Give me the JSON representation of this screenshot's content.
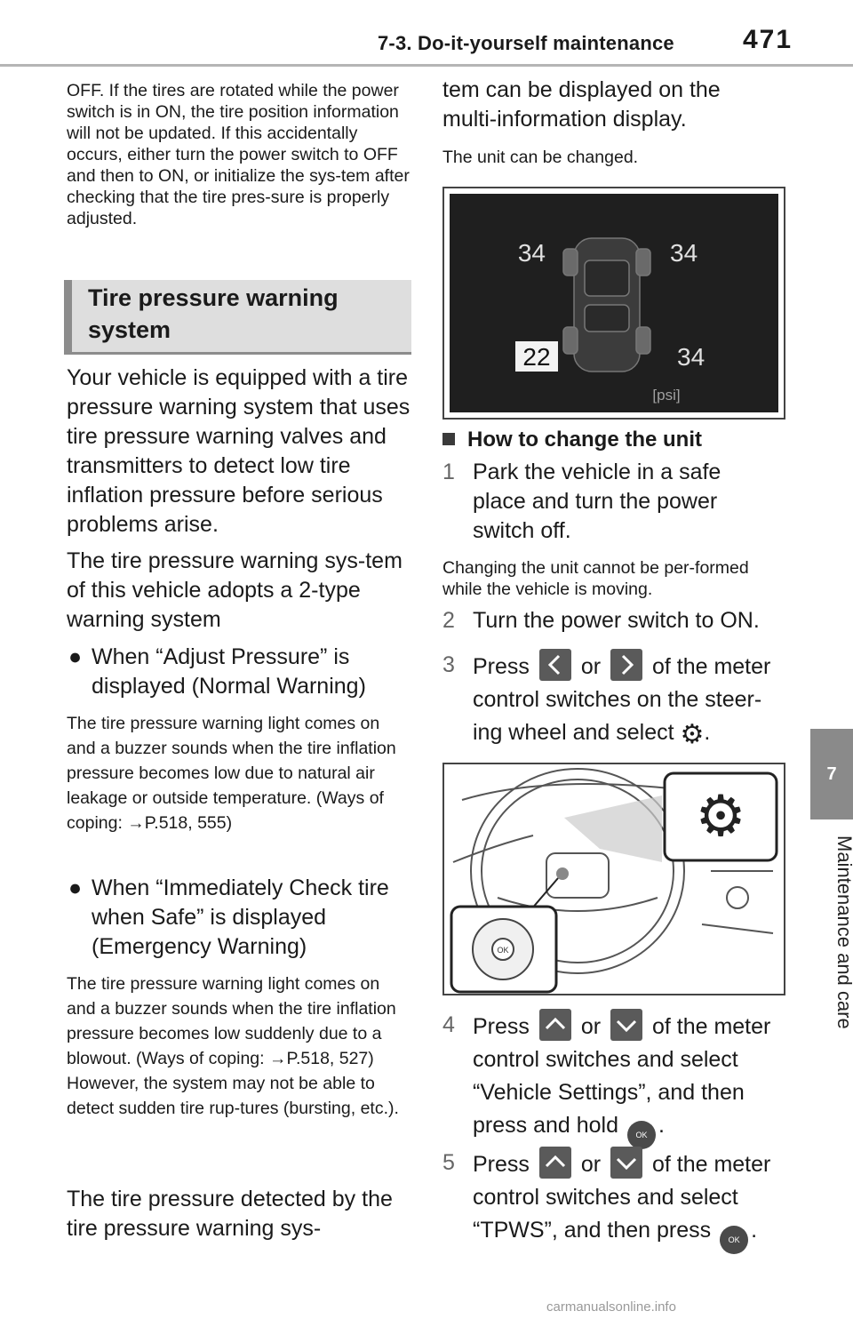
{
  "header": {
    "section": "7-3. Do-it-yourself maintenance",
    "page_number": "471"
  },
  "side_tab": {
    "number": "7",
    "label": "Maintenance and care"
  },
  "left": {
    "intro": "OFF. If the tires are rotated while the power switch is in ON, the tire position information will not be updated. If this accidentally occurs, either turn the power switch to OFF and then to ON, or initialize the sys-tem after checking that the tire pres-sure is properly adjusted.",
    "section_title": "Tire pressure warning system",
    "para1": "Your vehicle is equipped with a tire pressure warning system that uses tire pressure warning valves and transmitters to detect low tire inflation pressure before serious problems arise.",
    "para2": "The tire pressure warning sys-tem of this vehicle adopts a 2-type warning system",
    "bullet1": "When “Adjust Pressure” is displayed (Normal Warning)",
    "note1": "The tire pressure warning light comes on and a buzzer sounds when the tire inflation pressure becomes low due to natural air leakage or outside temperature. (Ways of coping: →P.518, 555)",
    "bullet2": "When “Immediately Check tire when Safe” is displayed (Emergency Warning)",
    "note2": "The tire pressure warning light comes on and a buzzer sounds when the tire inflation pressure becomes low suddenly due to a blowout. (Ways of coping: →P.518, 527) However, the system may not be able to detect sudden tire rup-tures (bursting, etc.).",
    "para3": "The tire pressure detected by the tire pressure warning sys-"
  },
  "right": {
    "cont": "tem can be displayed on the multi-information display.",
    "unit_note": "The unit can be changed.",
    "display": {
      "fl": "34",
      "fr": "34",
      "rl": "22",
      "rr": "34",
      "unit": "[psi]"
    },
    "subhead": "How to change the unit",
    "steps": [
      {
        "n": "1",
        "text": "Park the vehicle in a safe place and turn the power switch off."
      },
      {
        "n": "2",
        "text": "Turn the power switch to ON."
      },
      {
        "n": "3",
        "a": "Press",
        "b": "or",
        "c": "of the meter control switches on the steer-ing wheel and select",
        "d": "."
      },
      {
        "n": "4",
        "a": "Press",
        "b": "or",
        "c": "of the meter control switches and select “Vehicle Settings”, and then press and hold",
        "d": "."
      },
      {
        "n": "5",
        "a": "Press",
        "b": "or",
        "c": "of the meter control switches and select “TPWS”, and then press",
        "d": "."
      }
    ],
    "step1_note": "Changing the unit cannot be per-formed while the vehicle is moving.",
    "ok": "OK"
  },
  "footer": "carmanualsonline.info"
}
